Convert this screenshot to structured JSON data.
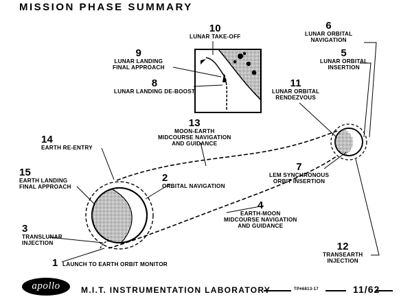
{
  "title": "MISSION PHASE SUMMARY",
  "phases": [
    {
      "id": "1",
      "number": "1",
      "label": "LAUNCH TO EARTH ORBIT MONITOR"
    },
    {
      "id": "2",
      "number": "2",
      "label": "ORBITAL NAVIGATION"
    },
    {
      "id": "3",
      "number": "3",
      "label": "TRANSLUNAR\nINJECTION"
    },
    {
      "id": "4",
      "number": "4",
      "label": "EARTH-MOON\nMIDCOURSE NAVIGATION\nAND GUIDANCE"
    },
    {
      "id": "5",
      "number": "5",
      "label": "LUNAR ORBITAL\nINSERTION"
    },
    {
      "id": "6",
      "number": "6",
      "label": "LUNAR ORBITAL\nNAVIGATION"
    },
    {
      "id": "7",
      "number": "7",
      "label": "LEM SYNCHRONOUS\nORBIT INSERTION"
    },
    {
      "id": "8",
      "number": "8",
      "label": "LUNAR LANDING DE-BOOST"
    },
    {
      "id": "9",
      "number": "9",
      "label": "LUNAR LANDING\nFINAL APPROACH"
    },
    {
      "id": "10",
      "number": "10",
      "label": "LUNAR TAKE-OFF"
    },
    {
      "id": "11",
      "number": "11",
      "label": "LUNAR ORBITAL\nRENDEZVOUS"
    },
    {
      "id": "12",
      "number": "12",
      "label": "TRANSEARTH\nINJECTION"
    },
    {
      "id": "13",
      "number": "13",
      "label": "MOON-EARTH\nMIDCOURSE NAVIGATION\nAND GUIDANCE"
    },
    {
      "id": "14",
      "number": "14",
      "label": "EARTH RE-ENTRY"
    },
    {
      "id": "15",
      "number": "15",
      "label": "EARTH LANDING\nFINAL APPROACH"
    }
  ],
  "footer": {
    "logo": "apollo",
    "lab": "M.I.T. INSTRUMENTATION LABORATORY",
    "code": "TP#6813-17",
    "date": "11/62"
  }
}
